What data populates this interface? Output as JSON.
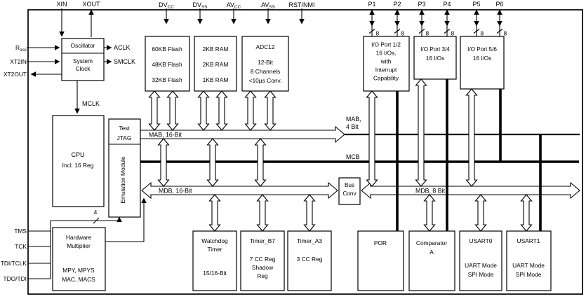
{
  "pins": {
    "xin": "XIN",
    "xout": "XOUT",
    "power": [
      {
        "base": "DV",
        "sub": "CC"
      },
      {
        "base": "DV",
        "sub": "SS"
      },
      {
        "base": "AV",
        "sub": "CC"
      },
      {
        "base": "AV",
        "sub": "SS"
      }
    ],
    "rst": "RST/NMI",
    "ports": [
      {
        "label": "P1"
      },
      {
        "label": "P2"
      },
      {
        "label": "P3"
      },
      {
        "label": "P4"
      },
      {
        "label": "P5"
      },
      {
        "label": "P6"
      }
    ],
    "port_bus_width": "8",
    "rosc": {
      "base": "R",
      "sub": "osc"
    },
    "xt2in": "XT2IN",
    "xt2out": "XT2OUT",
    "tms": "TMS",
    "tck": "TCK",
    "tdi_tclk": "TDI/TCLK",
    "tdo_tdi": "TDO/TDI",
    "jtag_bus_width": "4"
  },
  "clocks": {
    "aclk": "ACLK",
    "smclk": "SMCLK",
    "mclk": "MCLK"
  },
  "buses": {
    "mab16": "MAB, 16-Bit",
    "mab4_line1": "MAB,",
    "mab4_line2": "4 Bit",
    "mcb": "MCB",
    "mdb16": "MDB, 16-Bit",
    "mdb8": "MDB, 8 Bit"
  },
  "blocks": {
    "oscillator": {
      "l1": "Oscillator",
      "l2": "System",
      "l3": "Clock"
    },
    "flash": {
      "l1": "60KB Flash",
      "l2": "48KB Flash",
      "l3": "32KB Flash"
    },
    "ram": {
      "l1": "2KB RAM",
      "l2": "2KB RAM",
      "l3": "1KB RAM"
    },
    "adc": {
      "l1": "ADC12",
      "l2": "12-Bit",
      "l3": "8 Channels",
      "l4": "<10µs Conv."
    },
    "port12": {
      "l1": "I/O Port 1/2",
      "l2": "16 I/Os,",
      "l3": "with",
      "l4": "Interrupt",
      "l5": "Capability"
    },
    "port34": {
      "l1": "I/O Port 3/4",
      "l2": "16 I/Os"
    },
    "port56": {
      "l1": "I/O Port 5/6",
      "l2": "16 I/Os"
    },
    "cpu": {
      "l1": "CPU",
      "l2": "Incl. 16 Reg"
    },
    "test_jtag": {
      "l1": "Test",
      "l2": "JTAG",
      "vertical": "Emulation Module"
    },
    "multiplier": {
      "l1": "Hardware",
      "l2": "Multiplier",
      "l3": "MPY, MPYS",
      "l4": "MAC, MACS"
    },
    "watchdog": {
      "l1": "Watchdog",
      "l2": "Timer",
      "l3": "15/16-Bit"
    },
    "timer_b": {
      "l1": "Timer_B7",
      "l2": "7 CC Reg",
      "l3": "Shadow",
      "l4": "Reg"
    },
    "timer_a": {
      "l1": "Timer_A3",
      "l2": "3 CC Reg"
    },
    "por": {
      "l1": "POR"
    },
    "comparator": {
      "l1": "Comparator",
      "l2": "A"
    },
    "usart0": {
      "l1": "USART0",
      "l2": "UART Mode",
      "l3": "SPI Mode"
    },
    "usart1": {
      "l1": "USART1",
      "l2": "UART Mode",
      "l3": "SPI Mode"
    },
    "bus_conv": {
      "l1": "Bus",
      "l2": "Conv"
    }
  },
  "colors": {
    "line": "#000000",
    "background": "#ffffff"
  }
}
